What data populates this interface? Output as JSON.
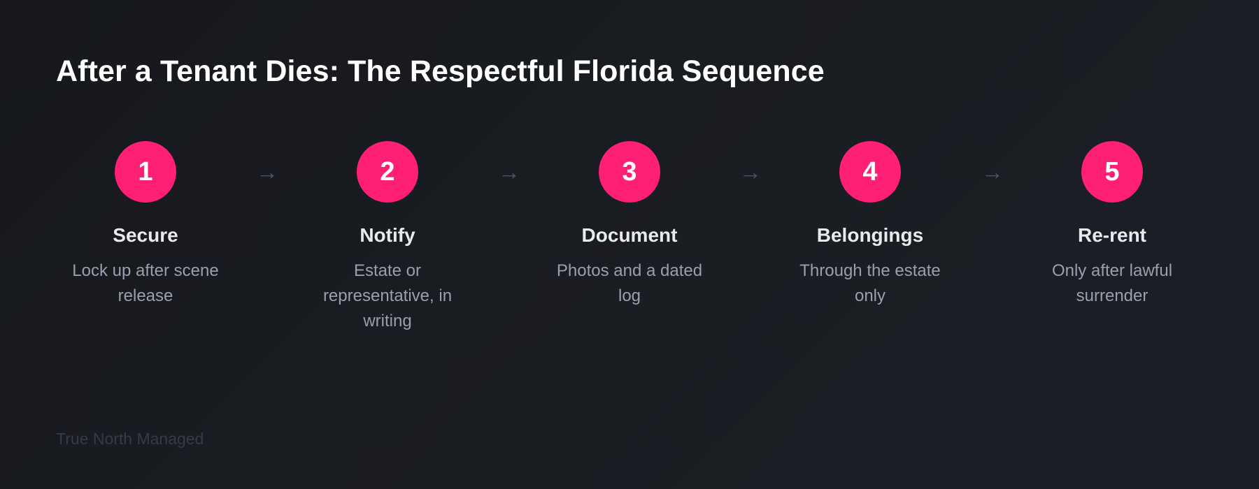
{
  "title": "After a Tenant Dies: The Respectful Florida Sequence",
  "steps": [
    {
      "number": "1",
      "label": "Secure",
      "description": "Lock up after scene release"
    },
    {
      "number": "2",
      "label": "Notify",
      "description": "Estate or representative, in writing"
    },
    {
      "number": "3",
      "label": "Document",
      "description": "Photos and a dated log"
    },
    {
      "number": "4",
      "label": "Belongings",
      "description": "Through the estate only"
    },
    {
      "number": "5",
      "label": "Re-rent",
      "description": "Only after lawful surrender"
    }
  ],
  "arrow_glyph": "→",
  "footer": "True North Managed",
  "colors": {
    "accent": "#ff1f74",
    "background": "#17191d",
    "title": "#ffffff",
    "label": "#e9eaee",
    "description": "#98a0ae",
    "arrow": "#4a5568",
    "footer": "#333b4a"
  }
}
